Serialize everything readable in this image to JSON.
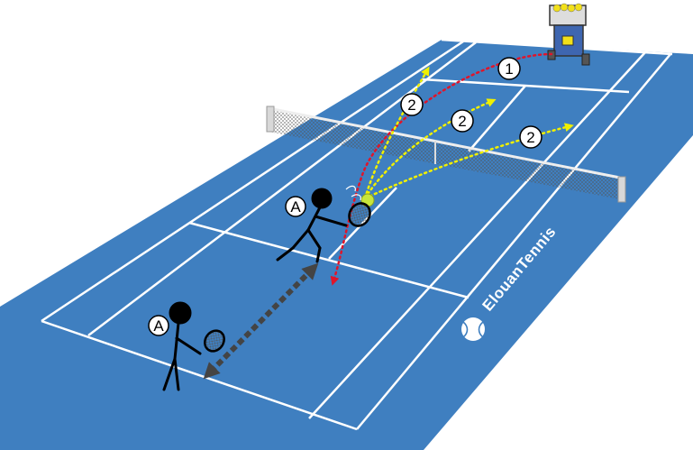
{
  "colors": {
    "court": "#3f7fc0",
    "lines": "#ffffff",
    "shot_red": "#e0152a",
    "shot_yellow": "#f0f000",
    "net": "#707070",
    "player": "#000000"
  },
  "labels": {
    "feed_shot": "1",
    "response_shot_a": "2",
    "response_shot_b": "2",
    "response_shot_c": "2",
    "player_front": "A",
    "player_back": "A"
  },
  "brand": {
    "name": "ElouanTennis"
  },
  "icons": {
    "ball_machine": "ball-machine-icon",
    "tennis_ball": "tennis-ball-icon",
    "brand_logo": "tennis-ball-logo-icon"
  }
}
